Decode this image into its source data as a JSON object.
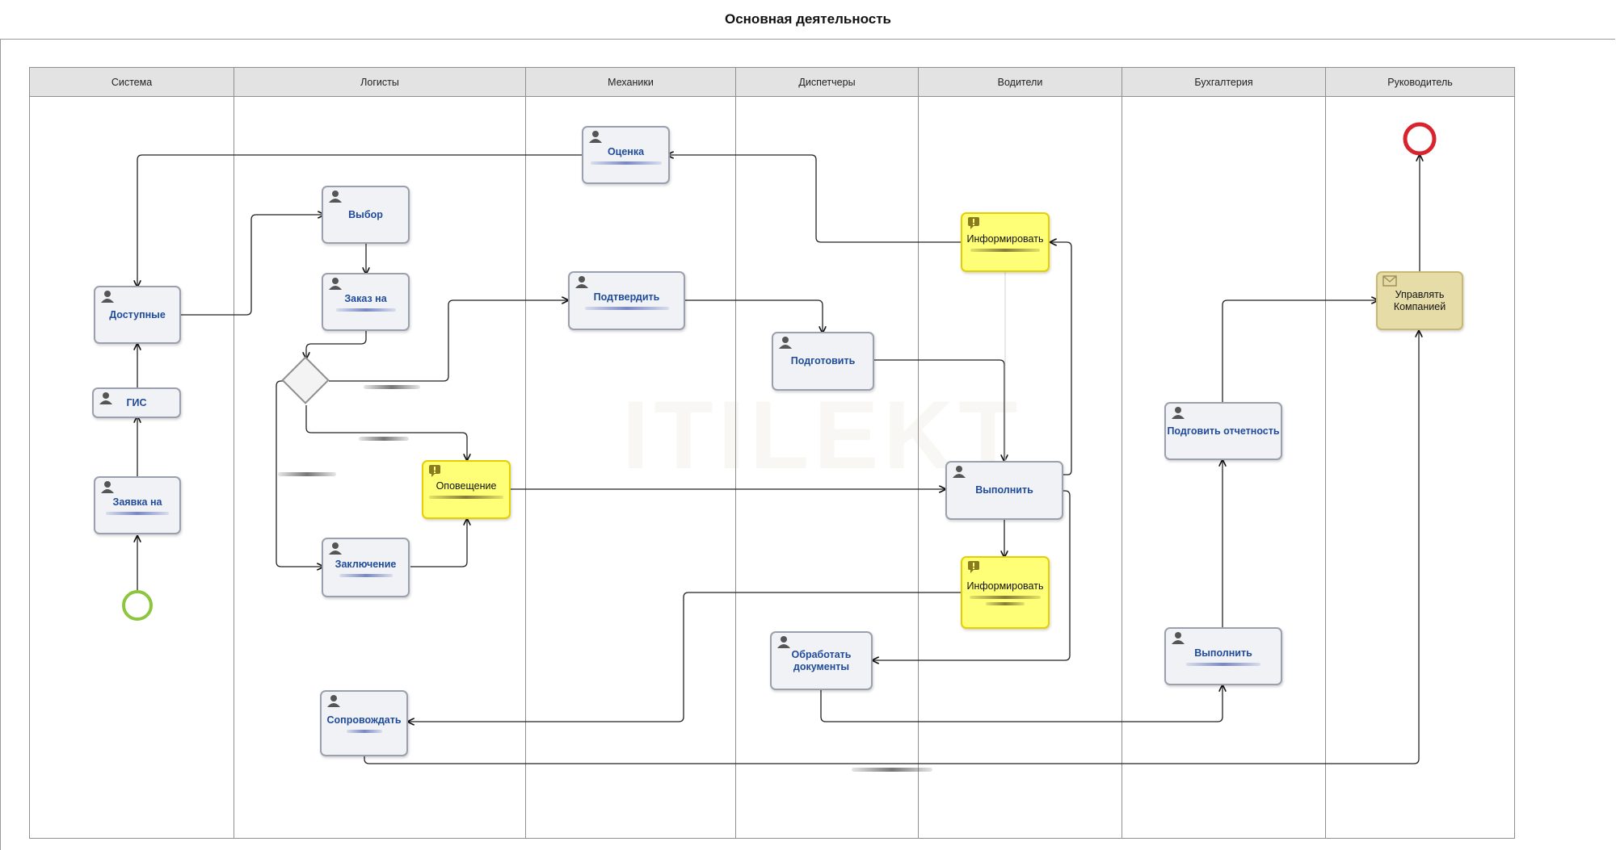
{
  "diagram": {
    "title": "Основная деятельность",
    "lanes": [
      "Система",
      "Логисты",
      "Механики",
      "Диспетчеры",
      "Водители",
      "Бухгалтерия",
      "Руководитель"
    ],
    "tasks": {
      "otsenka": "Оценка",
      "vybor": "Выбор",
      "dostupnye": "Доступные",
      "zakaz": "Заказ на",
      "gis": "ГИС",
      "zayavka": "Заявка на",
      "podtverdit": "Подтвердить",
      "podgotovit": "Подготовить",
      "informirovat1": "Информировать",
      "opoveschenie": "Оповещение",
      "vypolnit_voditeli": "Выполнить",
      "zaklyuchenie": "Заключение",
      "informirovat2": "Информировать",
      "obrabotat": "Обработать документы",
      "soprovozhdat": "Сопровождать",
      "podgovit_otchet": "Подговить отчетность",
      "vypolnit_buh": "Выполнить",
      "upravlyat": "Управлять Компанией"
    },
    "icons": {
      "user_task": "user-icon",
      "alert": "exclamation-icon",
      "message": "envelope-icon"
    },
    "colors": {
      "start_event": "#8cc63e",
      "end_event": "#d9232d",
      "alert_task": "#ffff77",
      "message_task": "#e6dca8",
      "task_label": "#1f4b9a"
    },
    "watermark": "ITILEKT"
  }
}
